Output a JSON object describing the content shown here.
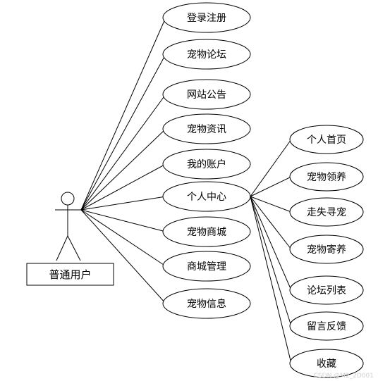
{
  "actor": {
    "label": "普通用户"
  },
  "left_use_cases": [
    "登录注册",
    "宠物论坛",
    "网站公告",
    "宠物资讯",
    "我的账户",
    "个人中心",
    "宠物商城",
    "商城管理",
    "宠物信息"
  ],
  "right_use_cases": [
    "个人首页",
    "宠物领养",
    "走失寻宠",
    "宠物寄养",
    "论坛列表",
    "留言反馈",
    "收藏"
  ],
  "watermark": "CSDN @M2_2D001",
  "colors": {
    "stroke": "#000000",
    "fill": "#ffffff",
    "text": "#000000"
  }
}
